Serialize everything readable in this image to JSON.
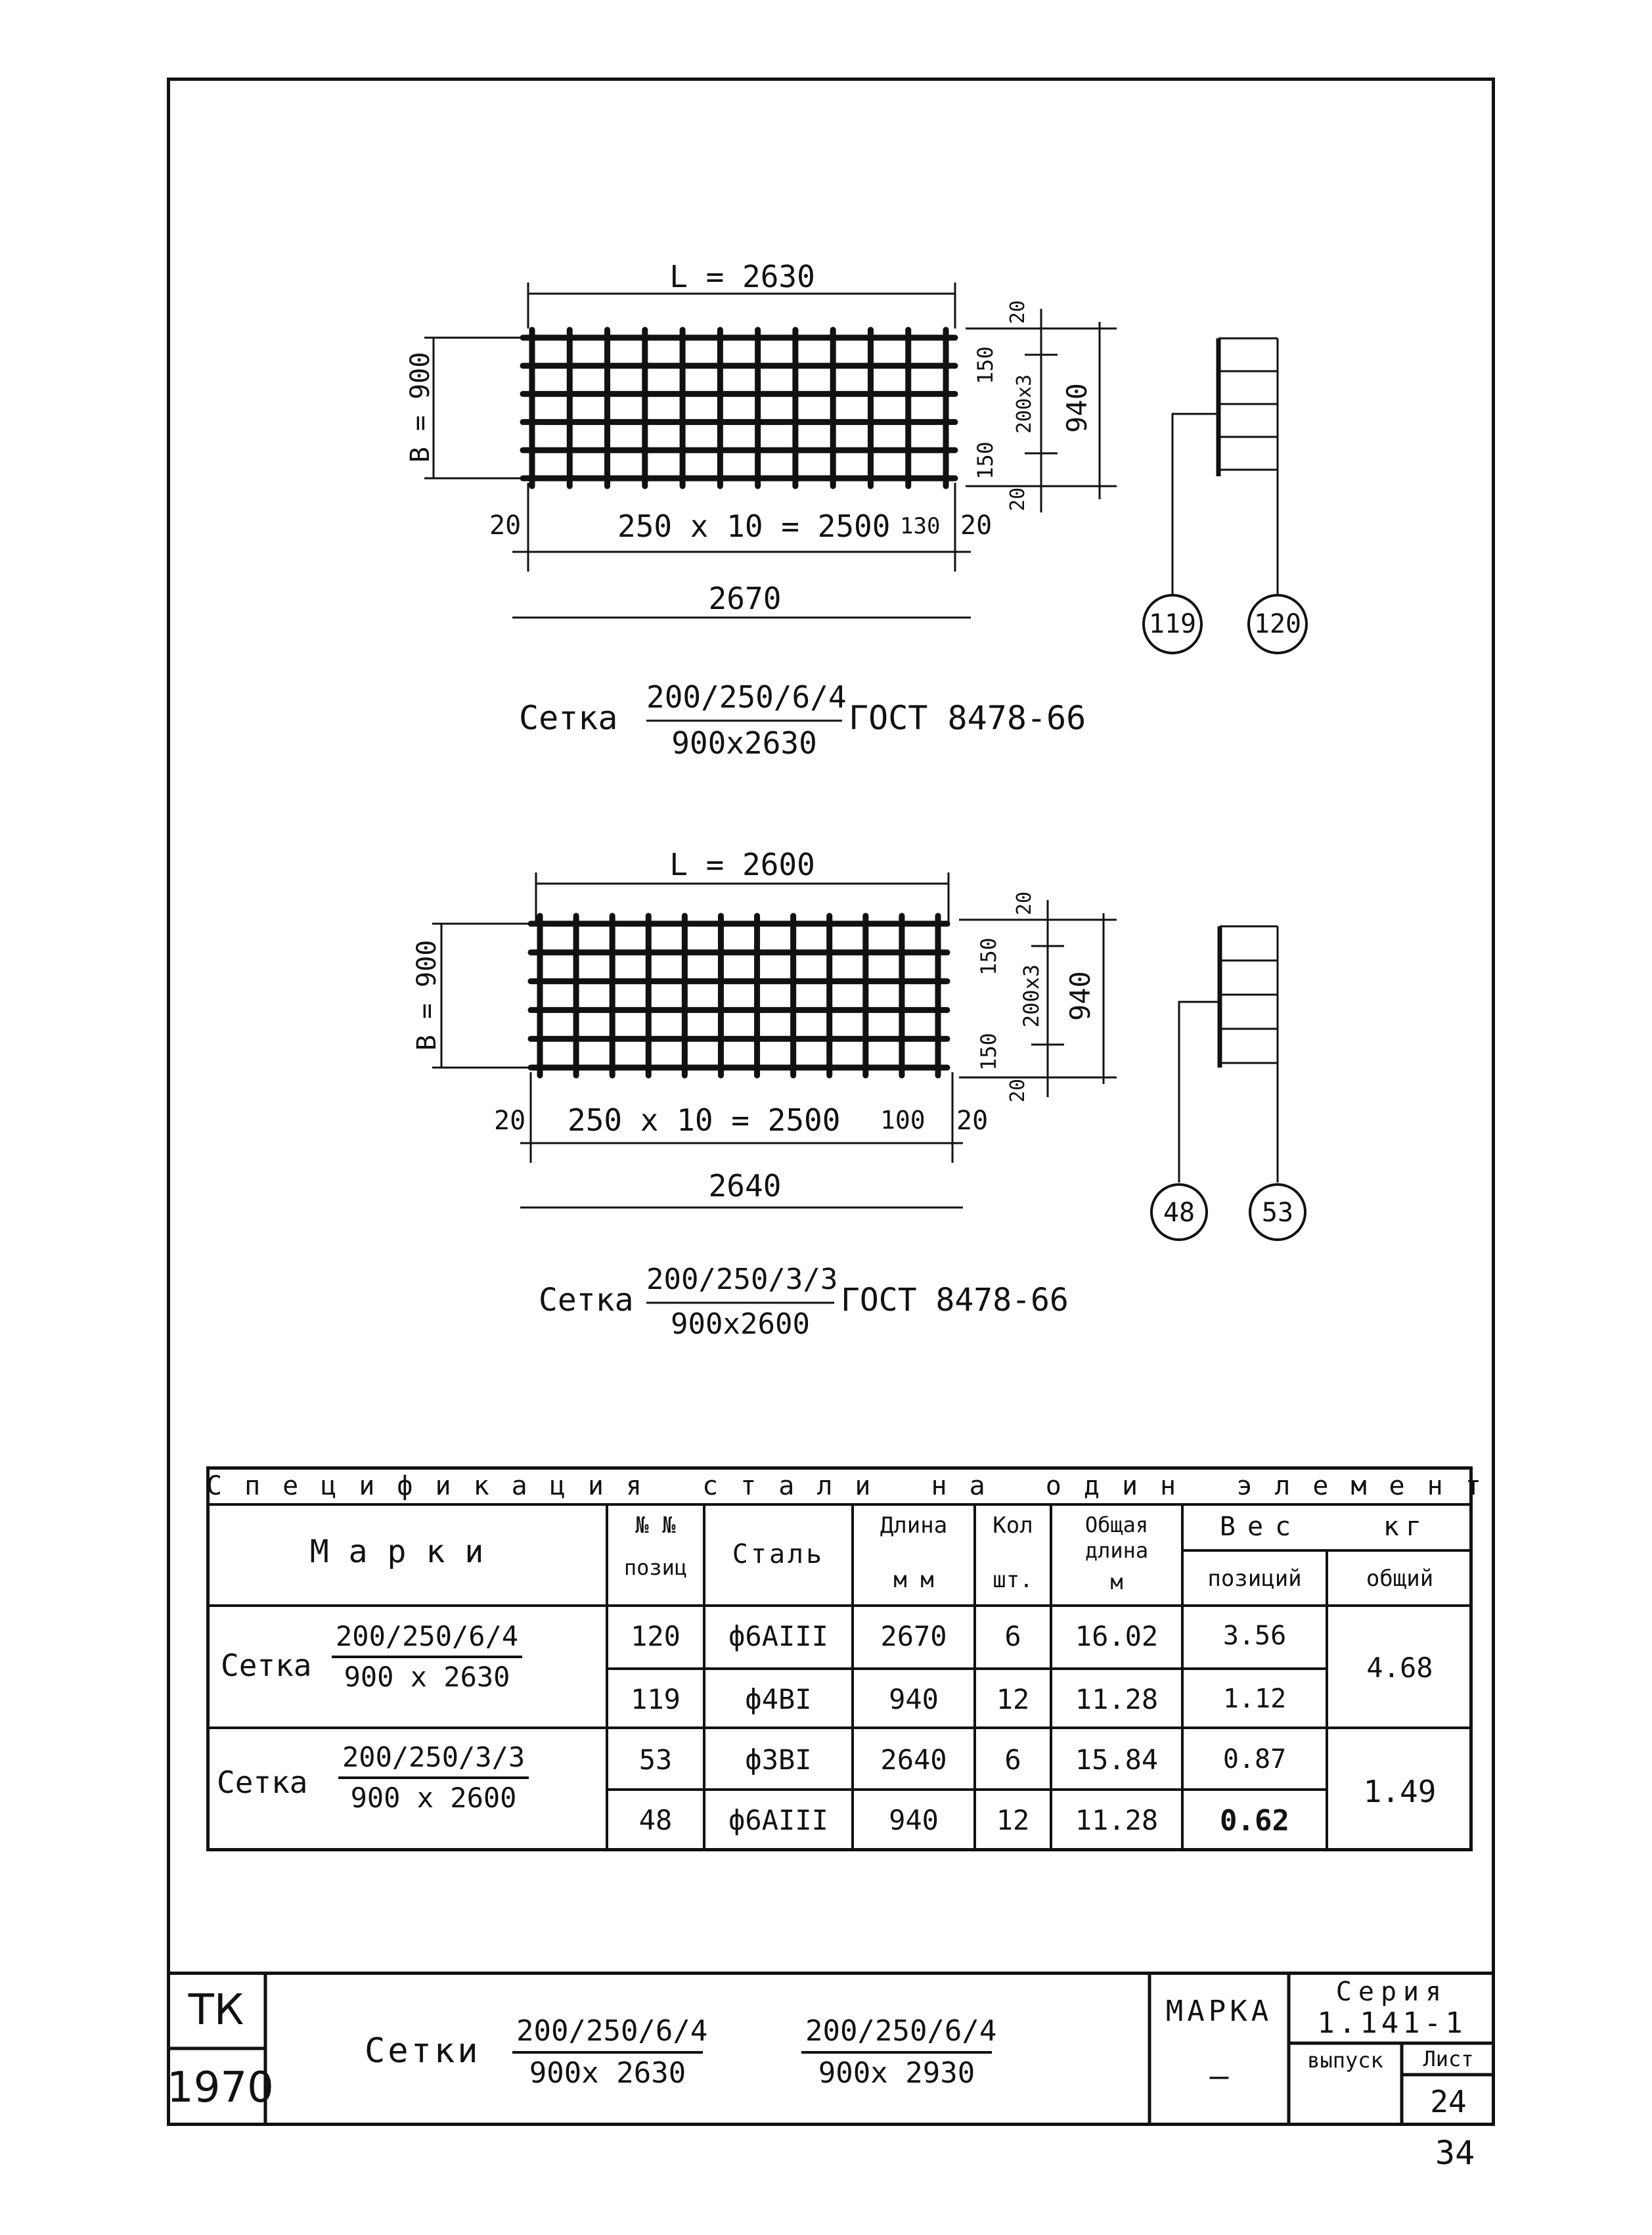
{
  "drawing1": {
    "length_label": "L = 2630",
    "width_label": "B = 900",
    "span_label": "250 x 10 = 2500",
    "end_offset": "130",
    "left_margin": "20",
    "right_margin": "20",
    "overall_label": "2670",
    "right_dims": {
      "top": "20",
      "upper": "150",
      "middle": "200x3",
      "lower": "150",
      "bottom": "20",
      "overall": "940"
    },
    "bubble_a": "119",
    "bubble_b": "120",
    "caption_prefix": "Сетка",
    "caption_num": "200/250/6/4",
    "caption_den": "900x2630",
    "caption_suffix": "ГОСТ 8478-66"
  },
  "drawing2": {
    "length_label": "L = 2600",
    "width_label": "B = 900",
    "span_label": "250 x 10 = 2500",
    "end_offset": "100",
    "left_margin": "20",
    "right_margin": "20",
    "overall_label": "2640",
    "right_dims": {
      "top": "20",
      "upper": "150",
      "middle": "200x3",
      "lower": "150",
      "bottom": "20",
      "overall": "940"
    },
    "bubble_a": "48",
    "bubble_b": "53",
    "caption_prefix": "Сетка",
    "caption_num": "200/250/3/3",
    "caption_den": "900x2600",
    "caption_suffix": "ГОСТ 8478-66"
  },
  "spec": {
    "title": "Спецификация стали на один элемент",
    "headers": {
      "marks": "Марки",
      "pos_top": "№ №",
      "pos_bot": "позиц",
      "steel": "Сталь",
      "length_top": "Длина",
      "length_bot": "м м",
      "qty_top": "Кол",
      "qty_bot": "шт.",
      "total_length_top": "Общая",
      "total_length_mid": "длина",
      "total_length_bot": "м",
      "weight": "Вес",
      "weight_unit": "кг",
      "weight_pos": "позиций",
      "weight_total": "общий"
    },
    "groups": [
      {
        "mark_prefix": "Сетка",
        "mark_num": "200/250/6/4",
        "mark_den": "900 x 2630",
        "total": "4.68",
        "rows": [
          {
            "pos": "120",
            "steel": "ф6АIII",
            "length": "2670",
            "qty": "6",
            "total_length": "16.02",
            "weight": "3.56"
          },
          {
            "pos": "119",
            "steel": "ф4ВI",
            "length": "940",
            "qty": "12",
            "total_length": "11.28",
            "weight": "1.12"
          }
        ]
      },
      {
        "mark_prefix": "Сетка",
        "mark_num": "200/250/3/3",
        "mark_den": "900 x 2600",
        "total": "1.49",
        "rows": [
          {
            "pos": "53",
            "steel": "ф3ВI",
            "length": "2640",
            "qty": "6",
            "total_length": "15.84",
            "weight": "0.87"
          },
          {
            "pos": "48",
            "steel": "ф6АIII",
            "length": "940",
            "qty": "12",
            "total_length": "11.28",
            "weight": "0.62"
          }
        ]
      }
    ]
  },
  "title_block": {
    "org": "ТК",
    "year": "1970",
    "name": "Сетки",
    "frac1_num": "200/250/6/4",
    "frac1_den": "900x 2630",
    "frac2_num": "200/250/6/4",
    "frac2_den": "900x 2930",
    "marka_label": "МАРКА",
    "marka_value": "–",
    "series_label": "Серия",
    "series_value": "1.141-1",
    "issue_label": "выпуск",
    "sheet_label": "Лист",
    "sheet_value": "24"
  },
  "page_number": "34"
}
